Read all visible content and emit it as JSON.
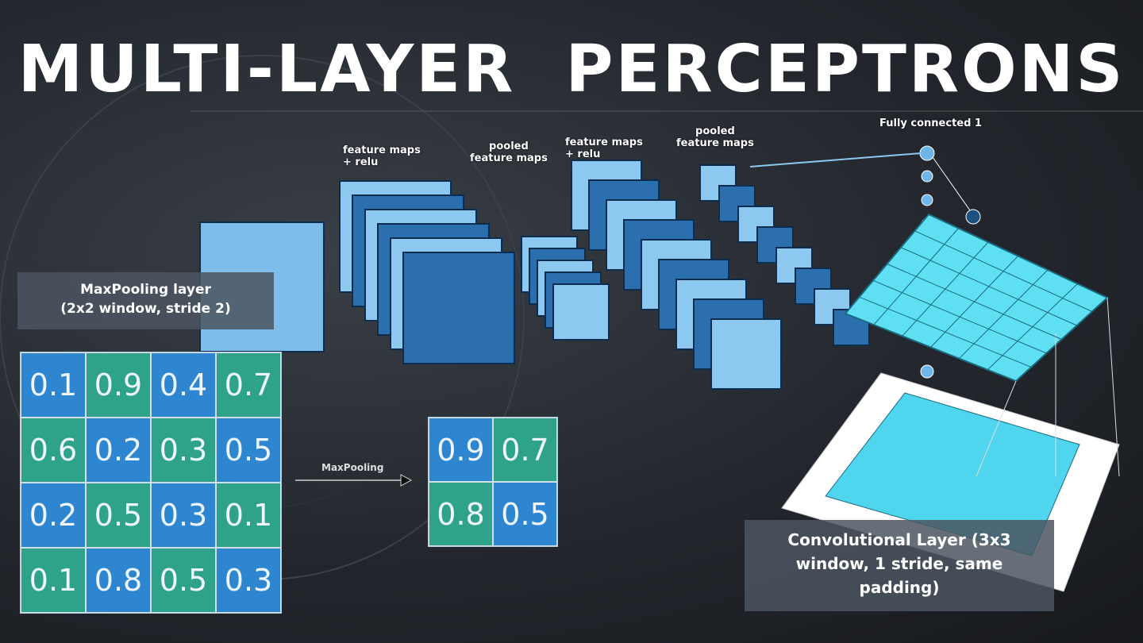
{
  "title": "MULTI-LAYER  PERCEPTRONS",
  "cnn_labels": {
    "feature_maps_1": "feature maps\n+ relu",
    "pooled_1": "pooled\nfeature maps",
    "feature_maps_2": "feature maps\n+ relu",
    "pooled_2": "pooled\nfeature maps",
    "fully_connected": "Fully connected 1"
  },
  "maxpool_box": {
    "line1": "MaxPooling layer",
    "line2": "(2x2 window, stride 2)"
  },
  "input_grid": [
    [
      "0.1",
      "0.9",
      "0.4",
      "0.7"
    ],
    [
      "0.6",
      "0.2",
      "0.3",
      "0.5"
    ],
    [
      "0.2",
      "0.5",
      "0.3",
      "0.1"
    ],
    [
      "0.1",
      "0.8",
      "0.5",
      "0.3"
    ]
  ],
  "arrow_label": "MaxPooling",
  "output_grid": [
    [
      "0.9",
      "0.7"
    ],
    [
      "0.8",
      "0.5"
    ]
  ],
  "conv_box": {
    "text": "Convolutional Layer (3x3 window, 1 stride, same padding)"
  },
  "colors": {
    "blue": "#2f86d0",
    "green": "#2ea38a",
    "cyan": "#4fdcf0"
  }
}
